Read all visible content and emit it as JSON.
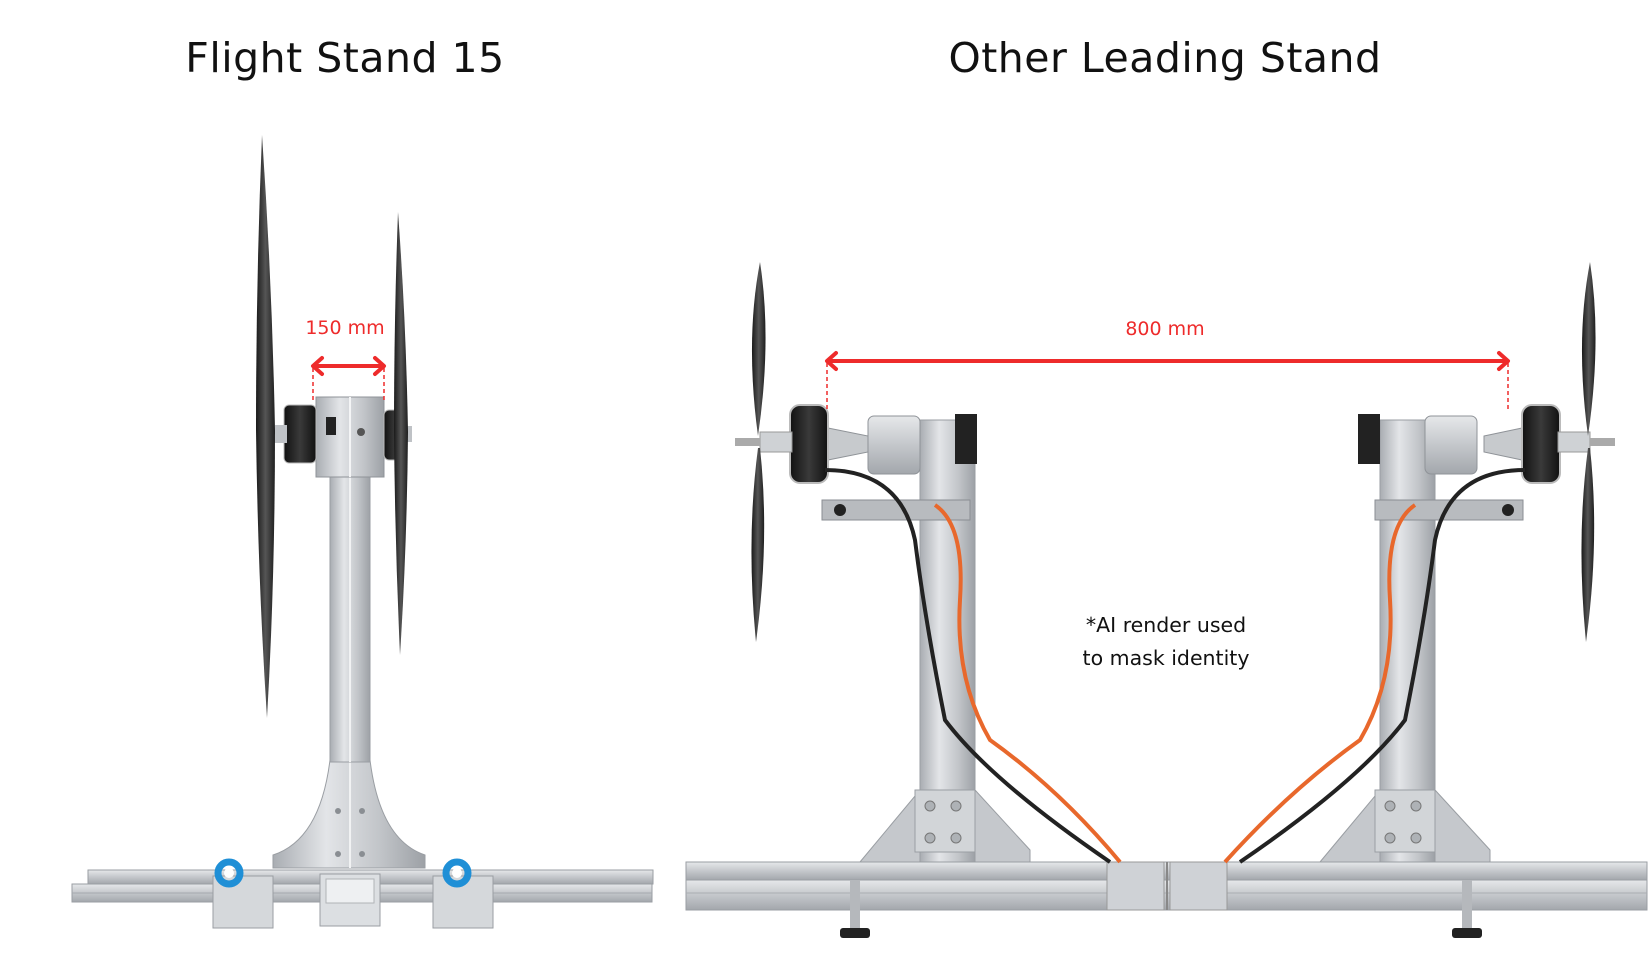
{
  "comparison": {
    "left": {
      "title": "Flight Stand 15",
      "dimension_label": "150 mm",
      "dimension_mm": 150
    },
    "right": {
      "title": "Other Leading Stand",
      "dimension_label": "800 mm",
      "dimension_mm": 800,
      "note_line1": "*AI render used",
      "note_line2": "to mask identity"
    }
  },
  "colors": {
    "dimension_red": "#ee2b2b",
    "aluminum": "#c9ccd0",
    "cable_orange": "#e8682c",
    "cable_black": "#222222",
    "clamp_blue": "#1f8fd6",
    "prop_carbon": "#2a2a2a"
  },
  "icons": [
    "double-arrow-dimension-icon",
    "propeller-icon",
    "motor-icon",
    "clamp-icon"
  ]
}
